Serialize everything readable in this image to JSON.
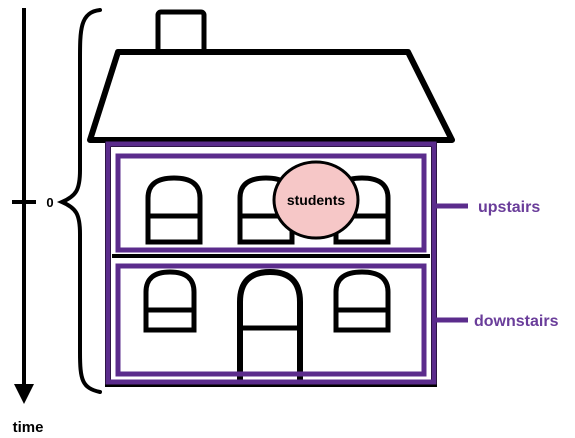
{
  "labels": {
    "students": "students",
    "upstairs": "upstairs",
    "downstairs": "downstairs",
    "time": "time",
    "zero": "0"
  },
  "colors": {
    "outline": "#000000",
    "frame": "#5b2c8c",
    "label_text": "#6a3d9a",
    "students_fill": "#f6c7c7",
    "background": "#ffffff"
  },
  "icons": {
    "house": "house-icon",
    "time_arrow": "down-arrow-icon",
    "brace": "curly-brace-icon"
  }
}
